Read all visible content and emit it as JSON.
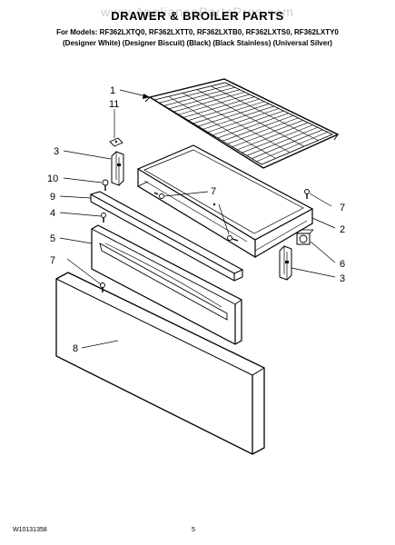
{
  "page": {
    "watermark": "www.AppliancePartsPros.com",
    "title": "DRAWER & BROILER PARTS",
    "models_line": "For Models: RF362LXTQ0, RF362LXTT0, RF362LXTB0, RF362LXTS0, RF362LXTY0",
    "variants_line": "(Designer White) (Designer Biscuit) (Black) (Black Stainless) (Universal Silver)",
    "doc_number": "W10131358",
    "page_number": "5"
  },
  "callouts": [
    {
      "id": "c1",
      "label": "1"
    },
    {
      "id": "c11",
      "label": "11"
    },
    {
      "id": "c3a",
      "label": "3"
    },
    {
      "id": "c10",
      "label": "10"
    },
    {
      "id": "c9",
      "label": "9"
    },
    {
      "id": "c4",
      "label": "4"
    },
    {
      "id": "c5",
      "label": "5"
    },
    {
      "id": "c7a",
      "label": "7"
    },
    {
      "id": "c8",
      "label": "8"
    },
    {
      "id": "c7b",
      "label": "7"
    },
    {
      "id": "c7c",
      "label": "7"
    },
    {
      "id": "c2",
      "label": "2"
    },
    {
      "id": "c6",
      "label": "6"
    },
    {
      "id": "c3b",
      "label": "3"
    }
  ]
}
